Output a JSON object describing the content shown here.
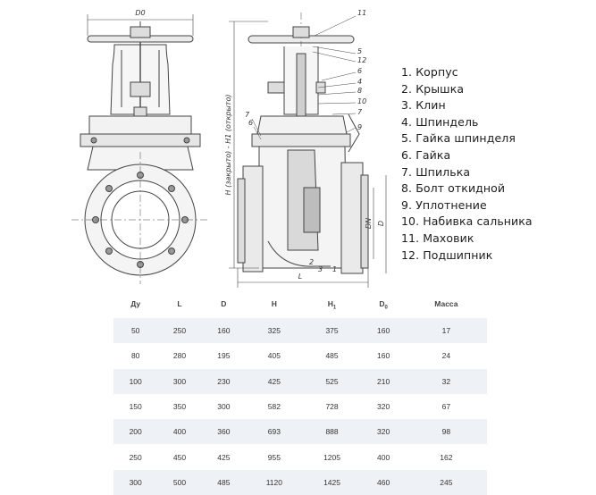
{
  "drawing": {
    "front_dim": "D0",
    "side_callouts": [
      "11",
      "5",
      "12",
      "6",
      "4",
      "8",
      "10",
      "7",
      "9",
      "3",
      "2",
      "1"
    ],
    "side_left_callouts": [
      "7",
      "6"
    ],
    "vertical_dim": "H (закрыто) - H1 (открыто)",
    "bottom_dim": "L",
    "right_dims": [
      "DN",
      "D"
    ]
  },
  "legend": [
    "1. Корпус",
    "2. Крышка",
    "3. Клин",
    "4. Шпиндель",
    "5. Гайка шпинделя",
    "6. Гайка",
    "7. Шпилька",
    "8. Болт откидной",
    "9. Уплотнение",
    "10. Набивка сальника",
    "11. Маховик",
    "12. Подшипник"
  ],
  "table": {
    "headers": [
      {
        "main": "Ду",
        "sub": ""
      },
      {
        "main": "L",
        "sub": ""
      },
      {
        "main": "D",
        "sub": ""
      },
      {
        "main": "H",
        "sub": ""
      },
      {
        "main": "H",
        "sub": "1"
      },
      {
        "main": "D",
        "sub": "0"
      },
      {
        "main": "Масса",
        "sub": ""
      }
    ],
    "rows": [
      [
        "50",
        "250",
        "160",
        "325",
        "375",
        "160",
        "17"
      ],
      [
        "80",
        "280",
        "195",
        "405",
        "485",
        "160",
        "24"
      ],
      [
        "100",
        "300",
        "230",
        "425",
        "525",
        "210",
        "32"
      ],
      [
        "150",
        "350",
        "300",
        "582",
        "728",
        "320",
        "67"
      ],
      [
        "200",
        "400",
        "360",
        "693",
        "888",
        "320",
        "98"
      ],
      [
        "250",
        "450",
        "425",
        "955",
        "1205",
        "400",
        "162"
      ],
      [
        "300",
        "500",
        "485",
        "1120",
        "1425",
        "460",
        "245"
      ]
    ]
  }
}
